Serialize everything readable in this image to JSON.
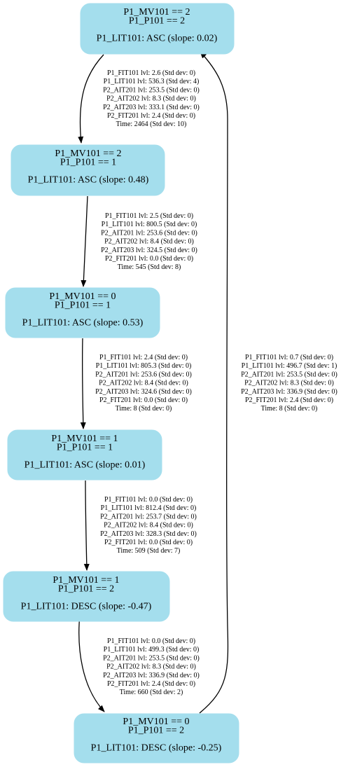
{
  "colors": {
    "node_fill": "#a4deed",
    "node_stroke": "#a4deed",
    "edge": "#000000",
    "background": "#ffffff"
  },
  "nodes": [
    {
      "id": "n1",
      "lines": [
        "P1_MV101 == 2",
        "P1_P101 == 2",
        "",
        "P1_LIT101: ASC (slope: 0.02)"
      ]
    },
    {
      "id": "n2",
      "lines": [
        "P1_MV101 == 2",
        "P1_P101 == 1",
        "",
        "P1_LIT101: ASC (slope: 0.48)"
      ]
    },
    {
      "id": "n3",
      "lines": [
        "P1_MV101 == 0",
        "P1_P101 == 1",
        "",
        "P1_LIT101: ASC (slope: 0.53)"
      ]
    },
    {
      "id": "n4",
      "lines": [
        "P1_MV101 == 1",
        "P1_P101 == 1",
        "",
        "P1_LIT101: ASC (slope: 0.01)"
      ]
    },
    {
      "id": "n5",
      "lines": [
        "P1_MV101 == 1",
        "P1_P101 == 2",
        "",
        "P1_LIT101: DESC (slope: -0.47)"
      ]
    },
    {
      "id": "n6",
      "lines": [
        "P1_MV101 == 0",
        "P1_P101 == 2",
        "",
        "P1_LIT101: DESC (slope: -0.25)"
      ]
    }
  ],
  "edges": [
    {
      "id": "e1",
      "from": "n1",
      "to": "n2",
      "lines": [
        "P1_FIT101 lvl: 2.6 (Std dev: 0)",
        "P1_LIT101 lvl: 536.3 (Std dev: 4)",
        "P2_AIT201 lvl: 253.5 (Std dev: 0)",
        "P2_AIT202 lvl: 8.3 (Std dev: 0)",
        "P2_AIT203 lvl: 333.1 (Std dev: 0)",
        "P2_FIT201 lvl: 2.4 (Std dev: 0)",
        "Time: 2464 (Std dev: 10)"
      ]
    },
    {
      "id": "e2",
      "from": "n2",
      "to": "n3",
      "lines": [
        "P1_FIT101 lvl: 2.5 (Std dev: 0)",
        "P1_LIT101 lvl: 800.5 (Std dev: 0)",
        "P2_AIT201 lvl: 253.6 (Std dev: 0)",
        "P2_AIT202 lvl: 8.4 (Std dev: 0)",
        "P2_AIT203 lvl: 324.5 (Std dev: 0)",
        "P2_FIT201 lvl: 0.0 (Std dev: 0)",
        "Time: 545 (Std dev: 8)"
      ]
    },
    {
      "id": "e3",
      "from": "n3",
      "to": "n4",
      "lines": [
        "P1_FIT101 lvl: 2.4 (Std dev: 0)",
        "P1_LIT101 lvl: 805.3 (Std dev: 0)",
        "P2_AIT201 lvl: 253.6 (Std dev: 0)",
        "P2_AIT202 lvl: 8.4 (Std dev: 0)",
        "P2_AIT203 lvl: 324.6 (Std dev: 0)",
        "P2_FIT201 lvl: 0.0 (Std dev: 0)",
        "Time: 8 (Std dev: 0)"
      ]
    },
    {
      "id": "e4",
      "from": "n4",
      "to": "n5",
      "lines": [
        "P1_FIT101 lvl: 0.0 (Std dev: 0)",
        "P1_LIT101 lvl: 812.4 (Std dev: 0)",
        "P2_AIT201 lvl: 253.7 (Std dev: 0)",
        "P2_AIT202 lvl: 8.4 (Std dev: 0)",
        "P2_AIT203 lvl: 328.3 (Std dev: 0)",
        "P2_FIT201 lvl: 0.0 (Std dev: 0)",
        "Time: 509 (Std dev: 7)"
      ]
    },
    {
      "id": "e5",
      "from": "n5",
      "to": "n6",
      "lines": [
        "P1_FIT101 lvl: 0.0 (Std dev: 0)",
        "P1_LIT101 lvl: 499.3 (Std dev: 0)",
        "P2_AIT201 lvl: 253.5 (Std dev: 0)",
        "P2_AIT202 lvl: 8.3 (Std dev: 0)",
        "P2_AIT203 lvl: 336.9 (Std dev: 0)",
        "P2_FIT201 lvl: 2.4 (Std dev: 0)",
        "Time: 660 (Std dev: 2)"
      ]
    },
    {
      "id": "e6",
      "from": "n6",
      "to": "n1",
      "lines": [
        "P1_FIT101 lvl: 0.7 (Std dev: 0)",
        "P1_LIT101 lvl: 496.7 (Std dev: 1)",
        "P2_AIT201 lvl: 253.5 (Std dev: 0)",
        "P2_AIT202 lvl: 8.3 (Std dev: 0)",
        "P2_AIT203 lvl: 336.9 (Std dev: 0)",
        "P2_FIT201 lvl: 2.4 (Std dev: 0)",
        "Time: 8 (Std dev: 0)"
      ]
    }
  ]
}
